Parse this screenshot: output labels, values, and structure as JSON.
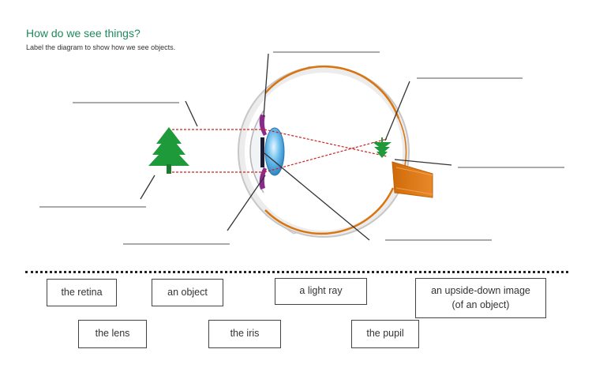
{
  "header": {
    "title": "How do we see things?",
    "subtitle": "Label the diagram to show how we see objects."
  },
  "cards": {
    "retina": "the retina",
    "object": "an object",
    "light_ray": "a light ray",
    "image_line1": "an upside-down image",
    "image_line2": "(of an object)",
    "lens": "the lens",
    "iris": "the iris",
    "pupil": "the pupil"
  },
  "colors": {
    "title": "#1e8a5a",
    "tree": "#1f9a3a",
    "ray": "#cc2222",
    "lens": "#4aa6dd",
    "iris": "#8a2a8a",
    "optic_nerve": "#d9740f",
    "eye_outline": "#c8c8c8"
  }
}
